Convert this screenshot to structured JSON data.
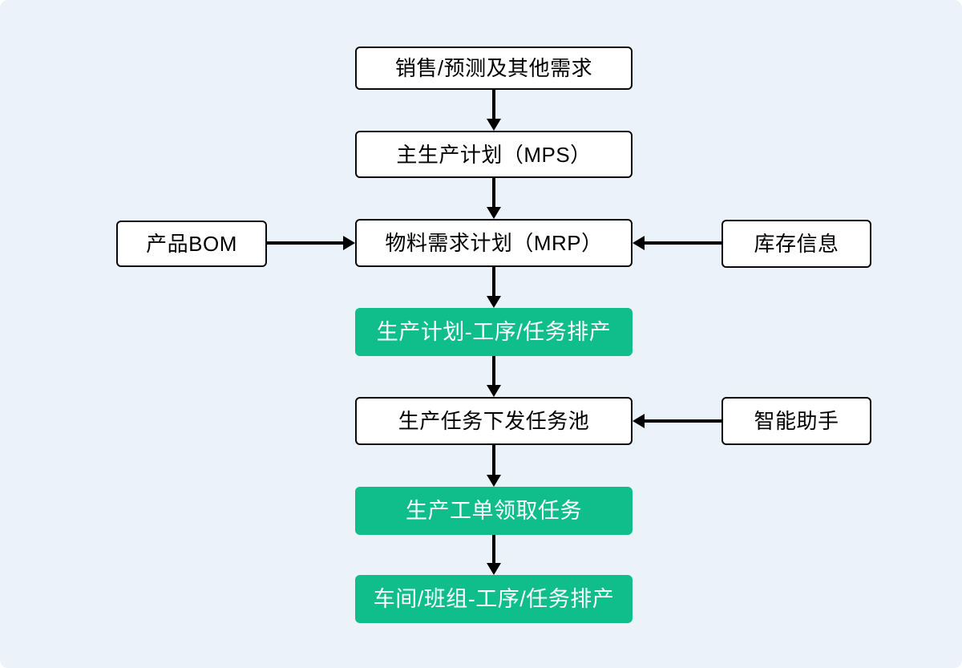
{
  "diagram": {
    "type": "flowchart",
    "colors": {
      "background": "#EBF2FA",
      "node_background": "#FFFFFF",
      "node_border": "#0A0A0A",
      "highlight_background": "#10BE8C",
      "highlight_text": "#FFFFFF",
      "arrow": "#000000"
    },
    "nodes": [
      {
        "id": "sales_forecast",
        "label": "销售/预测及其他需求",
        "style": "plain"
      },
      {
        "id": "mps",
        "label": "主生产计划（MPS）",
        "style": "plain"
      },
      {
        "id": "product_bom",
        "label": "产品BOM",
        "style": "plain"
      },
      {
        "id": "mrp",
        "label": "物料需求计划（MRP）",
        "style": "plain"
      },
      {
        "id": "inventory_info",
        "label": "库存信息",
        "style": "plain"
      },
      {
        "id": "plan_scheduling",
        "label": "生产计划-工序/任务排产",
        "style": "highlight"
      },
      {
        "id": "task_pool",
        "label": "生产任务下发任务池",
        "style": "plain"
      },
      {
        "id": "smart_assistant",
        "label": "智能助手",
        "style": "plain"
      },
      {
        "id": "work_order",
        "label": "生产工单领取任务",
        "style": "highlight"
      },
      {
        "id": "workshop_scheduling",
        "label": "车间/班组-工序/任务排产",
        "style": "highlight"
      }
    ],
    "edges": [
      {
        "from": "sales_forecast",
        "to": "mps",
        "direction": "down"
      },
      {
        "from": "mps",
        "to": "mrp",
        "direction": "down"
      },
      {
        "from": "product_bom",
        "to": "mrp",
        "direction": "right"
      },
      {
        "from": "inventory_info",
        "to": "mrp",
        "direction": "left"
      },
      {
        "from": "mrp",
        "to": "plan_scheduling",
        "direction": "down"
      },
      {
        "from": "plan_scheduling",
        "to": "task_pool",
        "direction": "down"
      },
      {
        "from": "smart_assistant",
        "to": "task_pool",
        "direction": "left"
      },
      {
        "from": "task_pool",
        "to": "work_order",
        "direction": "down"
      },
      {
        "from": "work_order",
        "to": "workshop_scheduling",
        "direction": "down"
      }
    ]
  }
}
